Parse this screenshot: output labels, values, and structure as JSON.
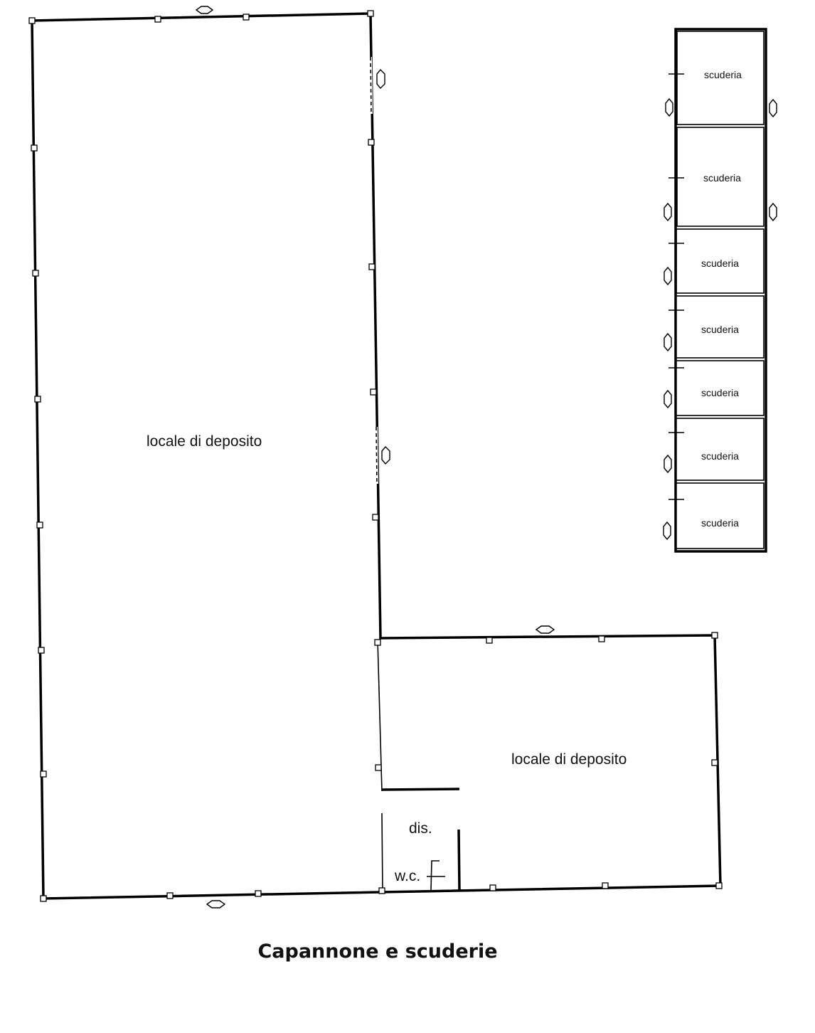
{
  "caption": "Capannone e scuderie",
  "rooms": {
    "main_warehouse": "locale di deposito",
    "annex_warehouse": "locale di deposito",
    "corridor": "dis.",
    "toilet": "w.c."
  },
  "stables": [
    {
      "label": "scuderia"
    },
    {
      "label": "scuderia"
    },
    {
      "label": "scuderia"
    },
    {
      "label": "scuderia"
    },
    {
      "label": "scuderia"
    },
    {
      "label": "scuderia"
    },
    {
      "label": "scuderia"
    }
  ]
}
